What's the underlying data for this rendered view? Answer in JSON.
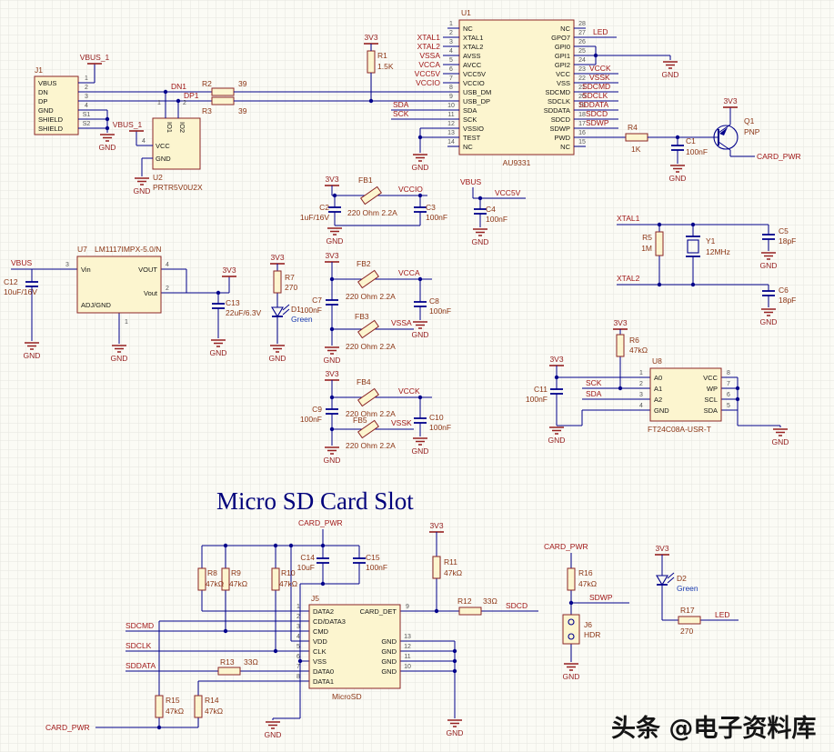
{
  "title": "Micro SD Card Slot",
  "watermark": "头条 @电子资料库",
  "pw": {
    "v33": "3V3",
    "gnd": "GND",
    "vbus": "VBUS",
    "vbus1": "VBUS_1",
    "vcc5v": "VCC5V",
    "card_pwr": "CARD_PWR"
  },
  "nets": {
    "dn1": "DN1",
    "dp1": "DP1",
    "sda": "SDA",
    "sck": "SCK",
    "xtal1": "XTAL1",
    "xtal2": "XTAL2",
    "vssa": "VSSA",
    "vcca": "VCCA",
    "vccio": "VCCIO",
    "vcck": "VCCK",
    "vssk": "VSSK",
    "sdcmd": "SDCMD",
    "sdclk": "SDCLK",
    "sddata": "SDDATA",
    "sdcd": "SDCD",
    "sdwp": "SDWP",
    "led": "LED"
  },
  "u1": {
    "ref": "U1",
    "part": "AU9331",
    "left": [
      {
        "n": "1",
        "p": "NC"
      },
      {
        "n": "2",
        "p": "XTAL1"
      },
      {
        "n": "3",
        "p": "XTAL2"
      },
      {
        "n": "4",
        "p": "AVSS"
      },
      {
        "n": "5",
        "p": "AVCC"
      },
      {
        "n": "6",
        "p": "VCC5V"
      },
      {
        "n": "7",
        "p": "VCCIO"
      },
      {
        "n": "8",
        "p": "USB_DM"
      },
      {
        "n": "9",
        "p": "USB_DP"
      },
      {
        "n": "10",
        "p": "SDA"
      },
      {
        "n": "11",
        "p": "SCK"
      },
      {
        "n": "12",
        "p": "VSSIO"
      },
      {
        "n": "13",
        "p": "TEST"
      },
      {
        "n": "14",
        "p": "NC"
      }
    ],
    "right": [
      {
        "n": "28",
        "p": "NC"
      },
      {
        "n": "27",
        "p": "GPO7"
      },
      {
        "n": "26",
        "p": "GPI0"
      },
      {
        "n": "25",
        "p": "GPI1"
      },
      {
        "n": "24",
        "p": "GPI2"
      },
      {
        "n": "23",
        "p": "VCC"
      },
      {
        "n": "22",
        "p": "VSS"
      },
      {
        "n": "21",
        "p": "SDCMD"
      },
      {
        "n": "20",
        "p": "SDCLK"
      },
      {
        "n": "19",
        "p": "SDDATA"
      },
      {
        "n": "18",
        "p": "SDCD"
      },
      {
        "n": "17",
        "p": "SDWP"
      },
      {
        "n": "16",
        "p": "PWD"
      },
      {
        "n": "15",
        "p": "NC"
      }
    ]
  },
  "j1": {
    "ref": "J1",
    "pins": [
      {
        "n": "1",
        "p": "VBUS"
      },
      {
        "n": "2",
        "p": "DN"
      },
      {
        "n": "3",
        "p": "DP"
      },
      {
        "n": "4",
        "p": "GND"
      },
      {
        "n": "S1",
        "p": "SHIELD"
      },
      {
        "n": "S2",
        "p": "SHIELD"
      }
    ]
  },
  "u2": {
    "ref": "U2",
    "part": "PRTR5V0U2X",
    "io1": "IO1",
    "io2": "IO2",
    "vcc": "VCC",
    "gnd": "GND",
    "n1": "1",
    "n2": "2",
    "n4": "4"
  },
  "u7": {
    "ref": "U7",
    "part": "LM1117IMPX-5.0/N",
    "vin": "Vin",
    "adj": "ADJ/GND",
    "vout_a": "VOUT",
    "vout_b": "Vout",
    "n1": "1",
    "n2": "2",
    "n3": "3",
    "n4": "4"
  },
  "u8": {
    "ref": "U8",
    "part": "FT24C08A-USR-T",
    "left": [
      {
        "n": "1",
        "p": "A0"
      },
      {
        "n": "2",
        "p": "A1"
      },
      {
        "n": "3",
        "p": "A2"
      },
      {
        "n": "4",
        "p": "GND"
      }
    ],
    "right": [
      {
        "n": "8",
        "p": "VCC"
      },
      {
        "n": "7",
        "p": "WP"
      },
      {
        "n": "6",
        "p": "SCL"
      },
      {
        "n": "5",
        "p": "SDA"
      }
    ]
  },
  "j5": {
    "ref": "J5",
    "part": "MicroSD",
    "left": [
      {
        "n": "1",
        "p": "DATA2"
      },
      {
        "n": "2",
        "p": "CD/DATA3"
      },
      {
        "n": "3",
        "p": "CMD"
      },
      {
        "n": "4",
        "p": "VDD"
      },
      {
        "n": "5",
        "p": "CLK"
      },
      {
        "n": "6",
        "p": "VSS"
      },
      {
        "n": "7",
        "p": "DATA0"
      },
      {
        "n": "8",
        "p": "DATA1"
      }
    ],
    "det": {
      "n": "9",
      "p": "CARD_DET"
    },
    "gnd": [
      {
        "n": "13",
        "p": "GND"
      },
      {
        "n": "12",
        "p": "GND"
      },
      {
        "n": "11",
        "p": "GND"
      },
      {
        "n": "10",
        "p": "GND"
      }
    ]
  },
  "j6": {
    "ref": "J6",
    "part": "HDR"
  },
  "q1": {
    "ref": "Q1",
    "part": "PNP"
  },
  "y1": {
    "ref": "Y1",
    "val": "12MHz"
  },
  "r": {
    "r1": {
      "ref": "R1",
      "val": "1.5K"
    },
    "r2": {
      "ref": "R2",
      "val": "39"
    },
    "r3": {
      "ref": "R3",
      "val": "39"
    },
    "r4": {
      "ref": "R4",
      "val": "1K"
    },
    "r5": {
      "ref": "R5",
      "val": "1M"
    },
    "r6": {
      "ref": "R6",
      "val": "47kΩ"
    },
    "r7": {
      "ref": "R7",
      "val": "270"
    },
    "r8": {
      "ref": "R8",
      "val": "47kΩ"
    },
    "r9": {
      "ref": "R9",
      "val": "47kΩ"
    },
    "r10": {
      "ref": "R10",
      "val": "47kΩ"
    },
    "r11": {
      "ref": "R11",
      "val": "47kΩ"
    },
    "r12": {
      "ref": "R12",
      "val": "33Ω"
    },
    "r13": {
      "ref": "R13",
      "val": "33Ω"
    },
    "r14": {
      "ref": "R14",
      "val": "47kΩ"
    },
    "r15": {
      "ref": "R15",
      "val": "47kΩ"
    },
    "r16": {
      "ref": "R16",
      "val": "47kΩ"
    },
    "r17": {
      "ref": "R17",
      "val": "270"
    }
  },
  "c": {
    "c1": {
      "ref": "C1",
      "val": "100nF"
    },
    "c2": {
      "ref": "C2",
      "val": "1uF/16V"
    },
    "c3": {
      "ref": "C3",
      "val": "100nF"
    },
    "c4": {
      "ref": "C4",
      "val": "100nF"
    },
    "c5": {
      "ref": "C5",
      "val": "18pF"
    },
    "c6": {
      "ref": "C6",
      "val": "18pF"
    },
    "c7": {
      "ref": "C7",
      "val": "100nF"
    },
    "c8": {
      "ref": "C8",
      "val": "100nF"
    },
    "c9": {
      "ref": "C9",
      "val": "100nF"
    },
    "c10": {
      "ref": "C10",
      "val": "100nF"
    },
    "c11": {
      "ref": "C11",
      "val": "100nF"
    },
    "c12": {
      "ref": "C12",
      "val": "10uF/16V"
    },
    "c13": {
      "ref": "C13",
      "val": "22uF/6.3V"
    },
    "c14": {
      "ref": "C14",
      "val": "10uF"
    },
    "c15": {
      "ref": "C15",
      "val": "100nF"
    }
  },
  "fb": {
    "fb1": {
      "ref": "FB1",
      "val": "220 Ohm 2.2A"
    },
    "fb2": {
      "ref": "FB2",
      "val": "220 Ohm 2.2A"
    },
    "fb3": {
      "ref": "FB3",
      "val": "220 Ohm 2.2A"
    },
    "fb4": {
      "ref": "FB4",
      "val": "220 Ohm 2.2A"
    },
    "fb5": {
      "ref": "FB5",
      "val": "220 Ohm 2.2A"
    }
  },
  "d": {
    "d1": {
      "ref": "D1",
      "val": "Green"
    },
    "d2": {
      "ref": "D2",
      "val": "Green"
    }
  }
}
